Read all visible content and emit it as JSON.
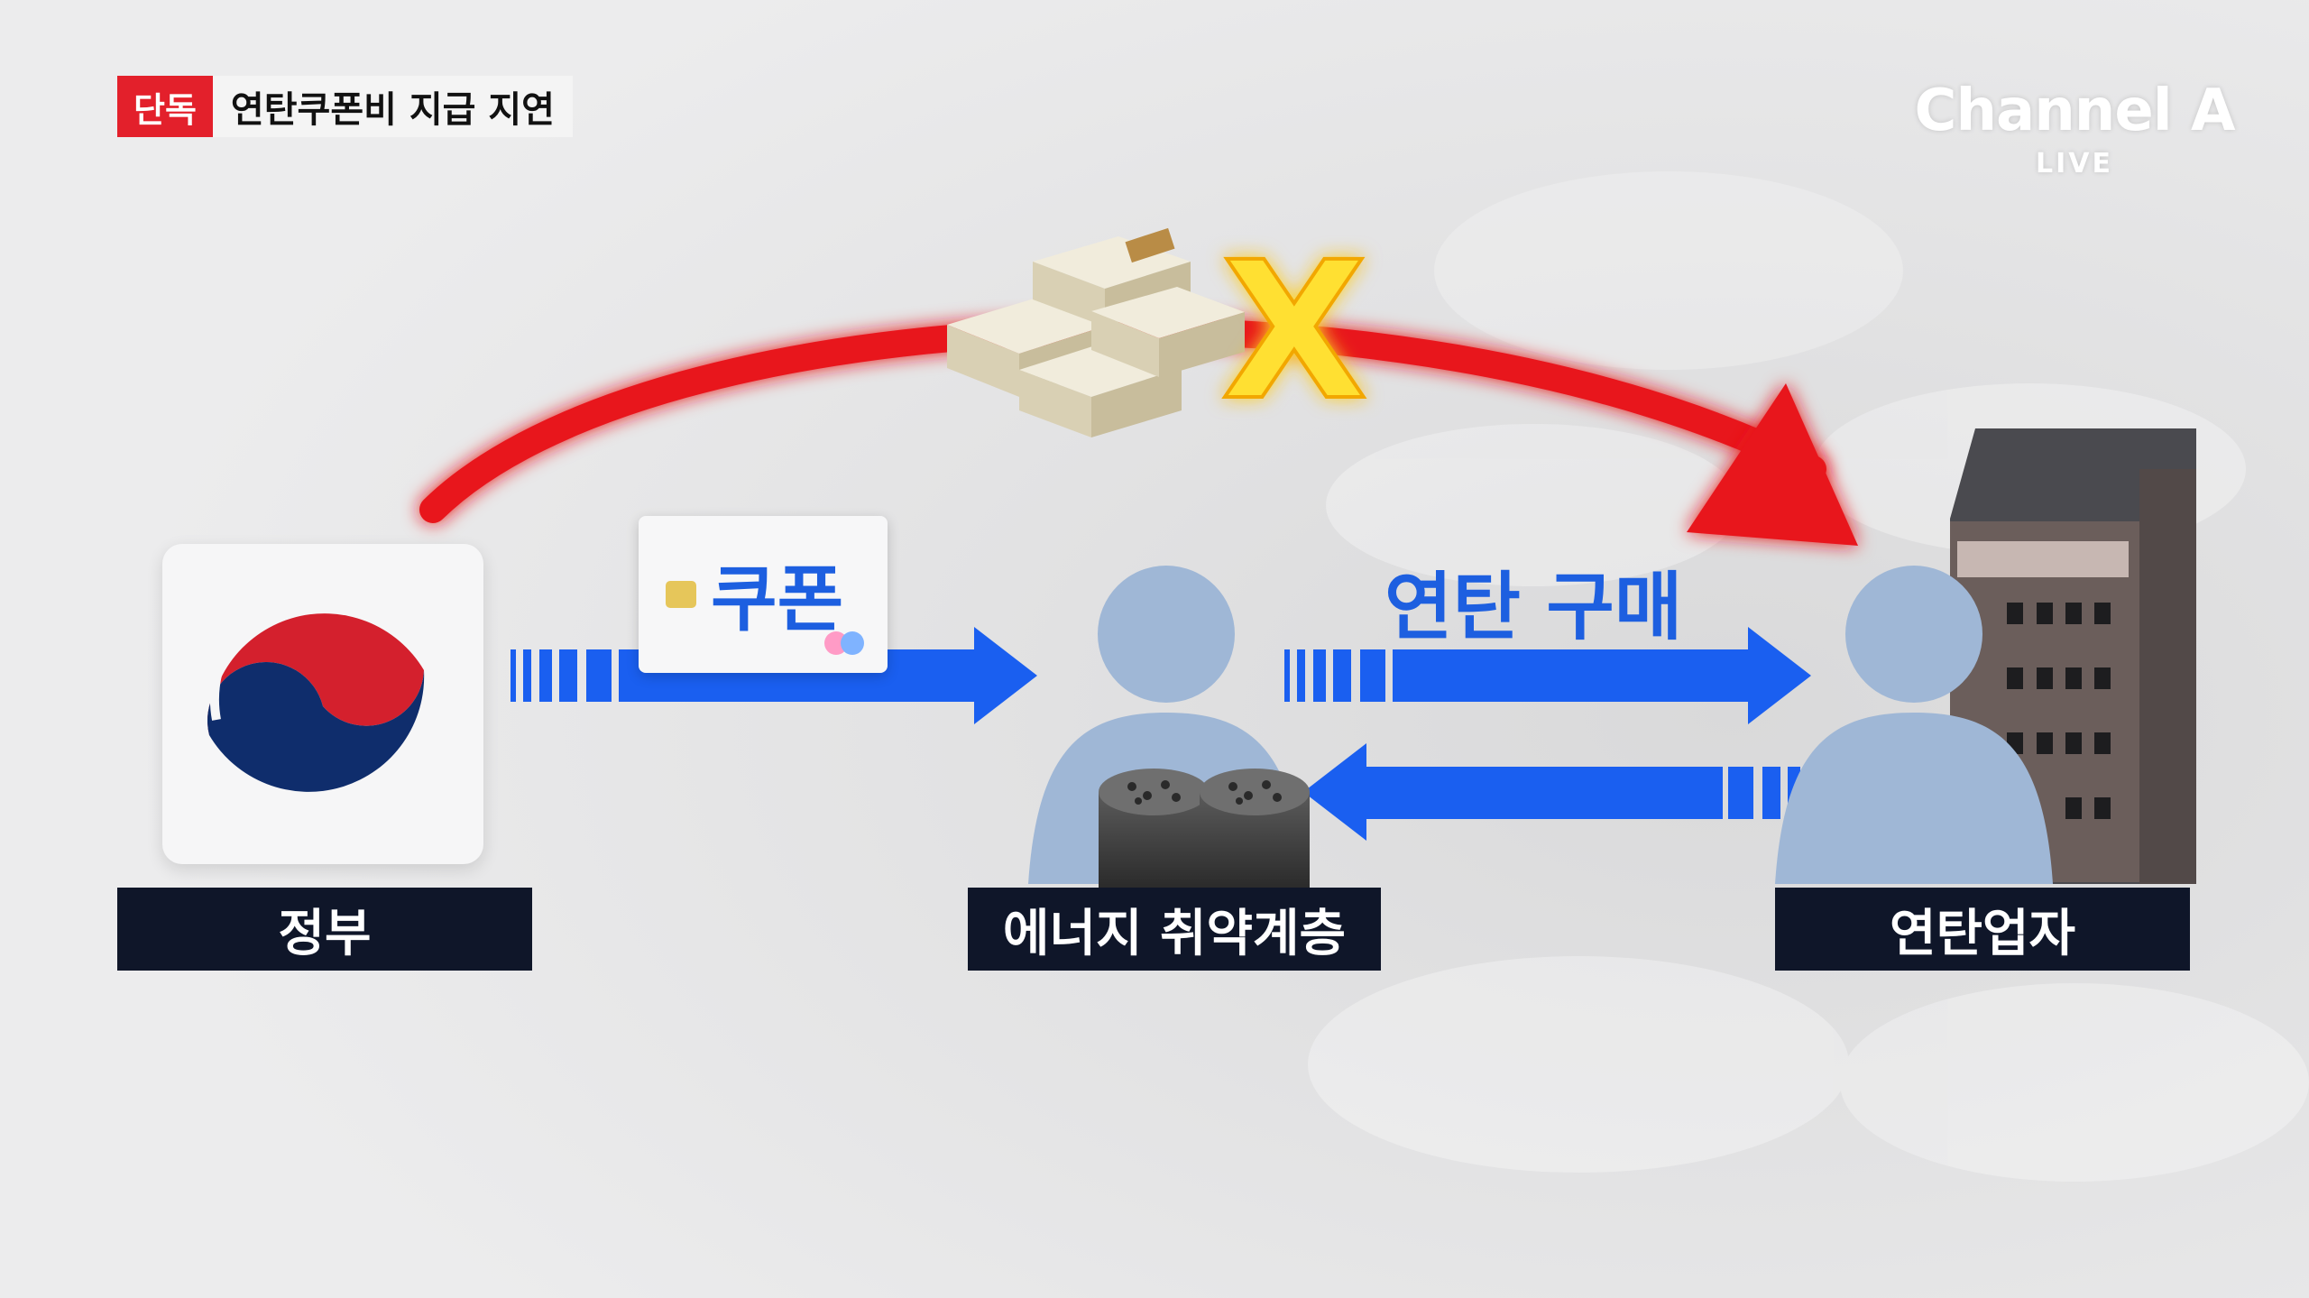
{
  "header": {
    "badge_label": "단독",
    "headline": "연탄쿠폰비 지급 지연"
  },
  "broadcaster": {
    "name": "Channel A",
    "status": "LIVE"
  },
  "diagram": {
    "nodes": [
      {
        "label": "정부",
        "icon": "government-emblem-icon"
      },
      {
        "label": "에너지 취약계층",
        "icon": "person-icon"
      },
      {
        "label": "연탄업자",
        "icon": "person-icon"
      }
    ],
    "coupon_label": "쿠폰",
    "purchase_label": "연탄 구매",
    "blocked_mark": "X",
    "money_icon": "cash-stack-icon",
    "briquette_icon": "coal-briquette-icon",
    "building_icon": "building-icon"
  },
  "colors": {
    "badge_red": "#e3202b",
    "arrow_blue": "#1a5ff0",
    "arc_red": "#e8141c",
    "label_navy": "#0f1629",
    "person_blue": "#9fb7d6",
    "x_yellow": "#ffe033"
  }
}
